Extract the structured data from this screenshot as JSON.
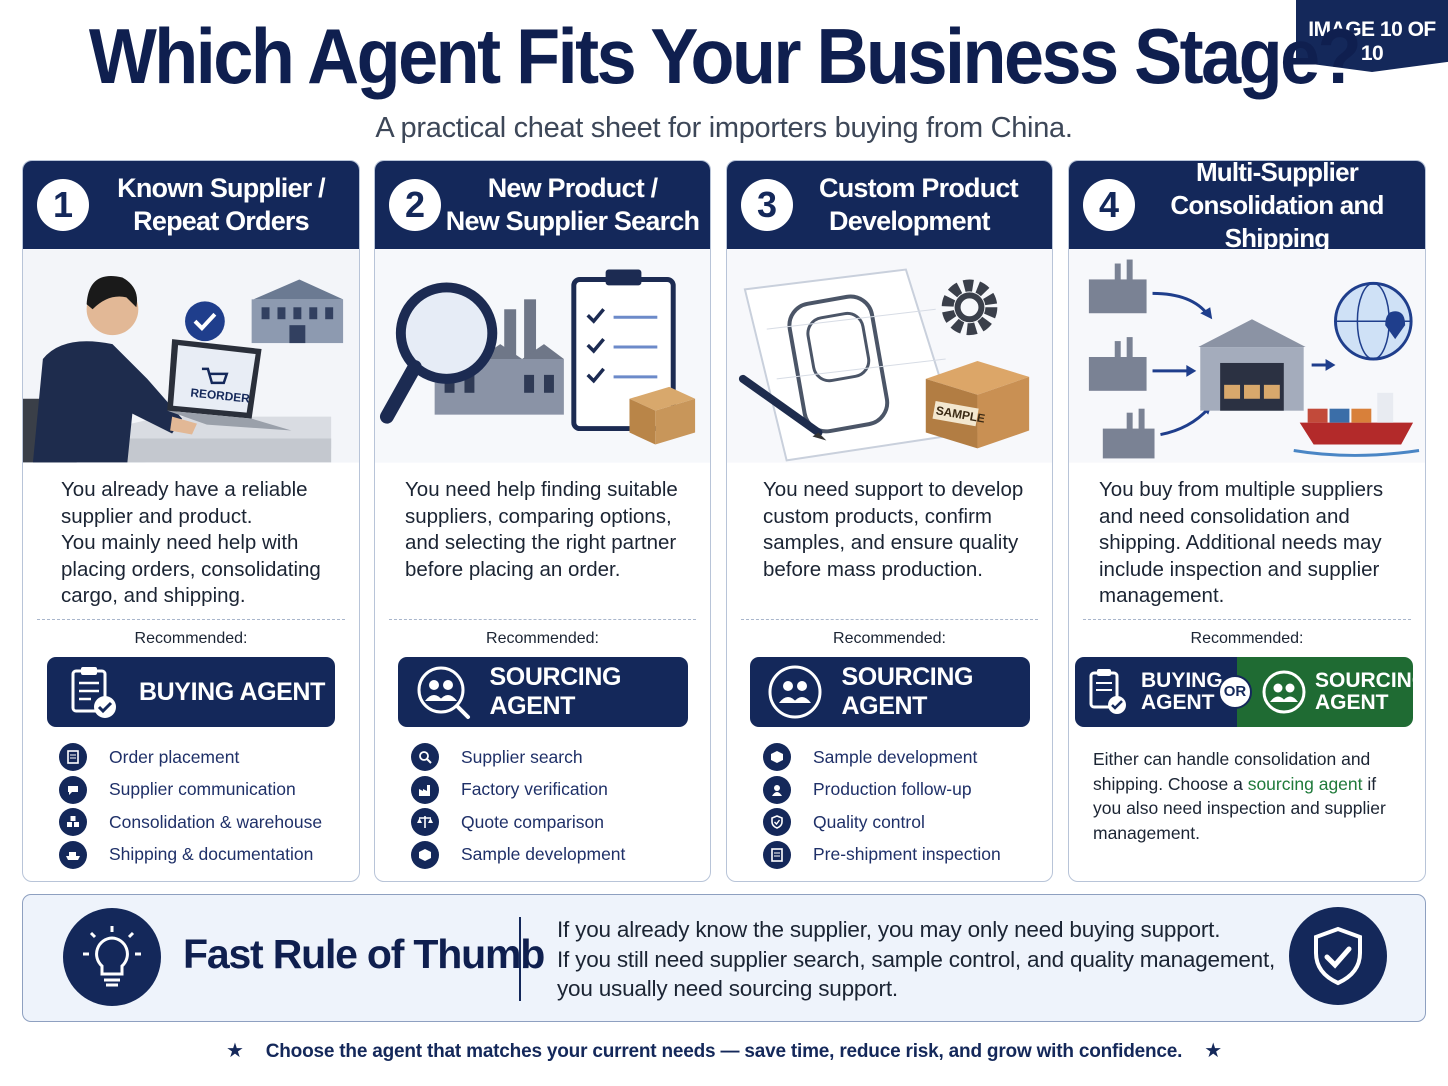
{
  "badge": "IMAGE 10 OF 10",
  "title": "Which Agent Fits Your Business Stage?",
  "subtitle": "A practical cheat sheet for importers buying from China.",
  "recommended_label": "Recommended:",
  "cards": [
    {
      "number": "1",
      "title_line1": "Known Supplier /",
      "title_line2": "Repeat Orders",
      "illustration_text": "REORDER",
      "desc": [
        "You already have a reliable",
        "supplier and product.",
        "You mainly need help with",
        "placing orders, consolidating",
        "cargo, and shipping."
      ],
      "agent": "BUYING AGENT",
      "features": [
        "Order placement",
        "Supplier communication",
        "Consolidation & warehouse",
        "Shipping & documentation"
      ]
    },
    {
      "number": "2",
      "title_line1": "New Product /",
      "title_line2": "New Supplier Search",
      "desc": [
        "You need help finding suitable",
        "suppliers, comparing options,",
        "and selecting the right partner",
        "before placing an order."
      ],
      "agent": "SOURCING AGENT",
      "features": [
        "Supplier search",
        "Factory verification",
        "Quote comparison",
        "Sample development"
      ]
    },
    {
      "number": "3",
      "title_line1": "Custom Product",
      "title_line2": "Development",
      "illustration_text": "SAMPLE",
      "desc": [
        "You need support to develop",
        "custom products, confirm",
        "samples, and ensure quality",
        "before mass production."
      ],
      "agent": "SOURCING AGENT",
      "features": [
        "Sample development",
        "Production follow-up",
        "Quality control",
        "Pre-shipment inspection"
      ]
    },
    {
      "number": "4",
      "title_line1": "Multi-Supplier",
      "title_line2": "Consolidation and Shipping",
      "desc": [
        "You buy from multiple suppliers",
        "and need consolidation and",
        "shipping. Additional needs may",
        "include inspection and supplier",
        "management."
      ],
      "agent_a_line1": "BUYING",
      "agent_a_line2": "AGENT",
      "or_label": "OR",
      "agent_b_line1": "SOURCING",
      "agent_b_line2": "AGENT",
      "either_pre": "Either can handle consolidation and shipping. Choose a ",
      "either_highlight": "sourcing agent",
      "either_post": " if you also need inspection and supplier management."
    }
  ],
  "rule": {
    "title": "Fast Rule of Thumb",
    "lines": [
      "If you already know the supplier, you may only need buying support.",
      "If you still need supplier search, sample control, and quality management,",
      "you usually need sourcing support."
    ]
  },
  "footer": {
    "star": "★",
    "text": "Choose the agent that matches your current needs — save time, reduce risk, and grow with confidence."
  },
  "colors": {
    "navy": "#14285a",
    "green": "#1f6b33",
    "green_text": "#1f7a3a",
    "rule_bg": "#eef3fb"
  }
}
